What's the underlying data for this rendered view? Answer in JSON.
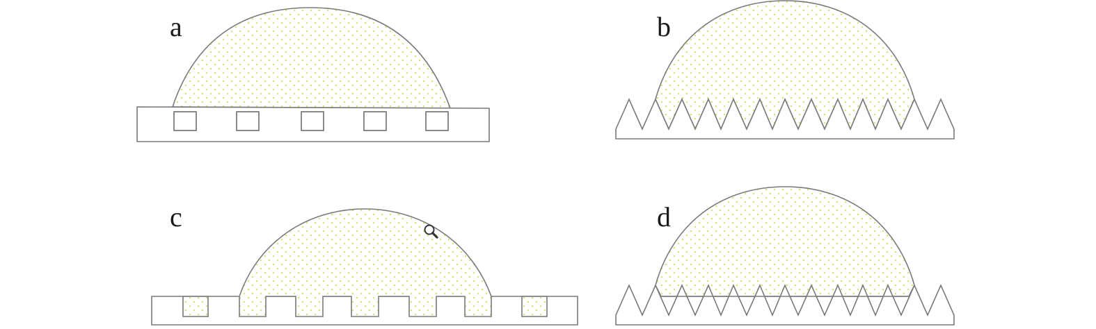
{
  "panels": [
    {
      "id": "a",
      "label": "a",
      "substrate": "square-pillars",
      "state": "droplet-on-top"
    },
    {
      "id": "b",
      "label": "b",
      "substrate": "triangular-teeth",
      "state": "droplet-penetrating"
    },
    {
      "id": "c",
      "label": "c",
      "substrate": "square-pillars",
      "state": "droplet-penetrating"
    },
    {
      "id": "d",
      "label": "d",
      "substrate": "triangular-teeth",
      "state": "droplet-on-top"
    }
  ],
  "icons": {
    "cursor": "magnifier-cursor-icon"
  },
  "colors": {
    "dot": "#d6e37a",
    "outline": "#7a7a7a",
    "label": "#1a1a1a",
    "background": "#ffffff"
  }
}
